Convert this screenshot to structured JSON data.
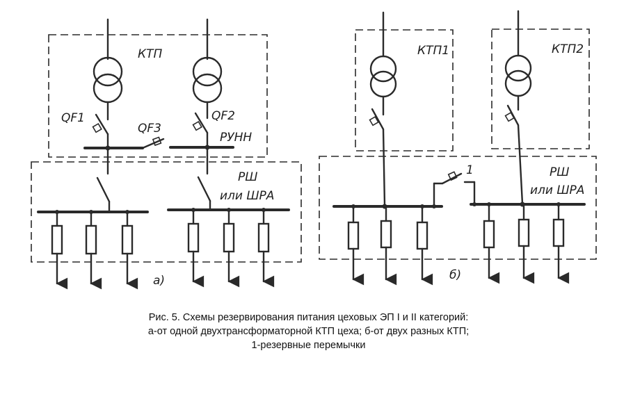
{
  "labels": {
    "ktp": "КТП",
    "qf1": "QF1",
    "qf2": "QF2",
    "qf3": "QF3",
    "runn": "РУНН",
    "rsh_a_1": "РШ",
    "rsh_a_2": "или ШРА",
    "part_a": "а)",
    "ktp1": "КТП1",
    "ktp2": "КТП2",
    "jumper": "1",
    "rsh_b_1": "РШ",
    "rsh_b_2": "или ШРА",
    "part_b": "б)"
  },
  "caption": {
    "line1": "Рис. 5. Схемы резервирования питания цеховых ЭП I и II категорий:",
    "line2": "а-от одной двухтрансформаторной КТП цеха; б-от двух разных КТП;",
    "line3": "1-резервные перемычки"
  }
}
